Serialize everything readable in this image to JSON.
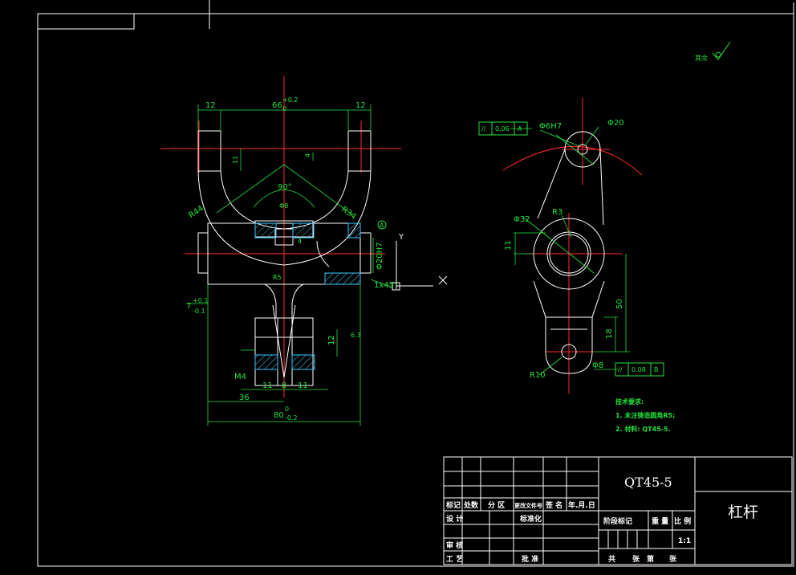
{
  "surface_note": {
    "text": "其余"
  },
  "front_view": {
    "dims": {
      "top_width": "66",
      "top_tol_upper": "+0.2",
      "top_tol_lower": "0",
      "left_lug": "12",
      "right_lug": "12",
      "angle": "90°",
      "r44": "R44",
      "r34": "R34",
      "phi8": "Φ8",
      "h11": "11",
      "four_a": "4",
      "four_b": "4",
      "bore": "Φ20H7",
      "chamfer": "1x45°",
      "r5": "R5",
      "seven": "7",
      "seven_upper": "+0.1",
      "seven_lower": "-0.1",
      "r12": "12",
      "m4": "M4",
      "b11a": "11",
      "b8": "8",
      "b11b": "11",
      "w36": "36",
      "w80": "80",
      "w80_upper": "0",
      "w80_lower": "-0.2",
      "rough": "6.3"
    },
    "axis_y": "Y"
  },
  "side_view": {
    "dims": {
      "phi6": "Φ6H7",
      "phi20": "Φ20",
      "phi32": "Φ32",
      "r3": "R3",
      "v11": "11",
      "v50": "50",
      "v18": "18",
      "r10": "R10",
      "phi8": "Φ8"
    },
    "fcf_top": {
      "symbol": "//",
      "value": "0.06",
      "datum": "A"
    },
    "fcf_bottom": {
      "symbol": "//",
      "value": "0.08",
      "datum": "B"
    },
    "datum_a": "A"
  },
  "requirements": {
    "title": "技术要求:",
    "item1": "1. 未注铸造圆角R5;",
    "item2": "2. 材料: QT45-5."
  },
  "title_block": {
    "material": "QT45-5",
    "part_name": "杠杆",
    "scale_value": "1:1",
    "labels": {
      "biaoji": "标记",
      "chushu": "处数",
      "fenqu": "分 区",
      "wenjian": "更改文件号",
      "qianming": "签 名",
      "date": "年.月.日",
      "sheji": "设 计",
      "biaozhunhua": "标准化",
      "shenhe": "审 核",
      "gongyi": "工 艺",
      "pizhun": "批 准",
      "jieduan": "阶段标记",
      "zhongliang": "重 量",
      "bili": "比 例",
      "gong": "共",
      "zhang": "张",
      "di": "第",
      "zhang2": "张"
    }
  }
}
